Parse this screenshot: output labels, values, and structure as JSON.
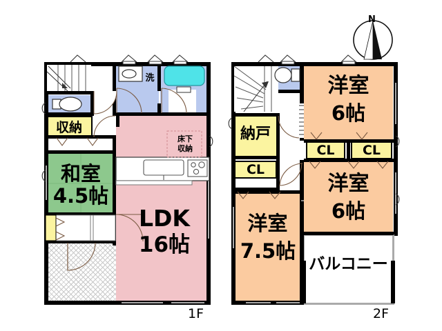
{
  "document": {
    "type": "japanese-real-estate-floor-plan",
    "floors": [
      {
        "id": "1F",
        "caption": "1F"
      },
      {
        "id": "2F",
        "caption": "2F"
      }
    ]
  },
  "compass": {
    "north_label": "N"
  },
  "floor1": {
    "caption": "1F",
    "rooms": [
      {
        "key": "washitsu",
        "name": "和室",
        "size": "4.5帖",
        "color": "#8dc88d"
      },
      {
        "key": "ldk",
        "name": "LDK",
        "size": "16帖",
        "color": "#f2c4c8"
      },
      {
        "key": "shuno",
        "name": "収納",
        "size": "",
        "color": "#fbf4a0"
      },
      {
        "key": "sen",
        "name": "洗",
        "size": "",
        "color": "#b9c9ee"
      },
      {
        "key": "yukashita",
        "name": "床下\n収納",
        "size": "",
        "color": "#f2c4c8"
      }
    ],
    "labels": {
      "washitsu_name": "和室",
      "washitsu_size": "4.5帖",
      "ldk_name": "LDK",
      "ldk_size": "16帖",
      "storage": "収納",
      "washroom": "洗",
      "underfloor_line1": "床下",
      "underfloor_line2": "収納"
    }
  },
  "floor2": {
    "caption": "2F",
    "rooms": [
      {
        "key": "yoshitsu_6a",
        "name": "洋室",
        "size": "6帖",
        "color": "#fbcba0"
      },
      {
        "key": "yoshitsu_6b",
        "name": "洋室",
        "size": "6帖",
        "color": "#fbcba0"
      },
      {
        "key": "yoshitsu_75",
        "name": "洋室",
        "size": "7.5帖",
        "color": "#fbcba0"
      },
      {
        "key": "nando",
        "name": "納戸",
        "size": "",
        "color": "#fbf4a0"
      },
      {
        "key": "balcony",
        "name": "バルコニー",
        "size": "",
        "color": "#ffffff"
      }
    ],
    "labels": {
      "room_a_name": "洋室",
      "room_a_size": "6帖",
      "room_b_name": "洋室",
      "room_b_size": "6帖",
      "room_c_name": "洋室",
      "room_c_size": "7.5帖",
      "nando": "納戸",
      "balcony": "バルコニー",
      "closet_1": "CL",
      "closet_2": "CL",
      "closet_3": "CL"
    }
  },
  "colors": {
    "wall": "#000000",
    "tatami_green": "#8dc88d",
    "ldk_pink": "#f2c4c8",
    "room_orange": "#fbcba0",
    "closet_yellow": "#fbf4a0",
    "water_blue": "#b9c9ee",
    "bathtub_cyan": "#4fe3e8",
    "entrance_gray": "#cfcfcf",
    "background": "#ffffff"
  }
}
